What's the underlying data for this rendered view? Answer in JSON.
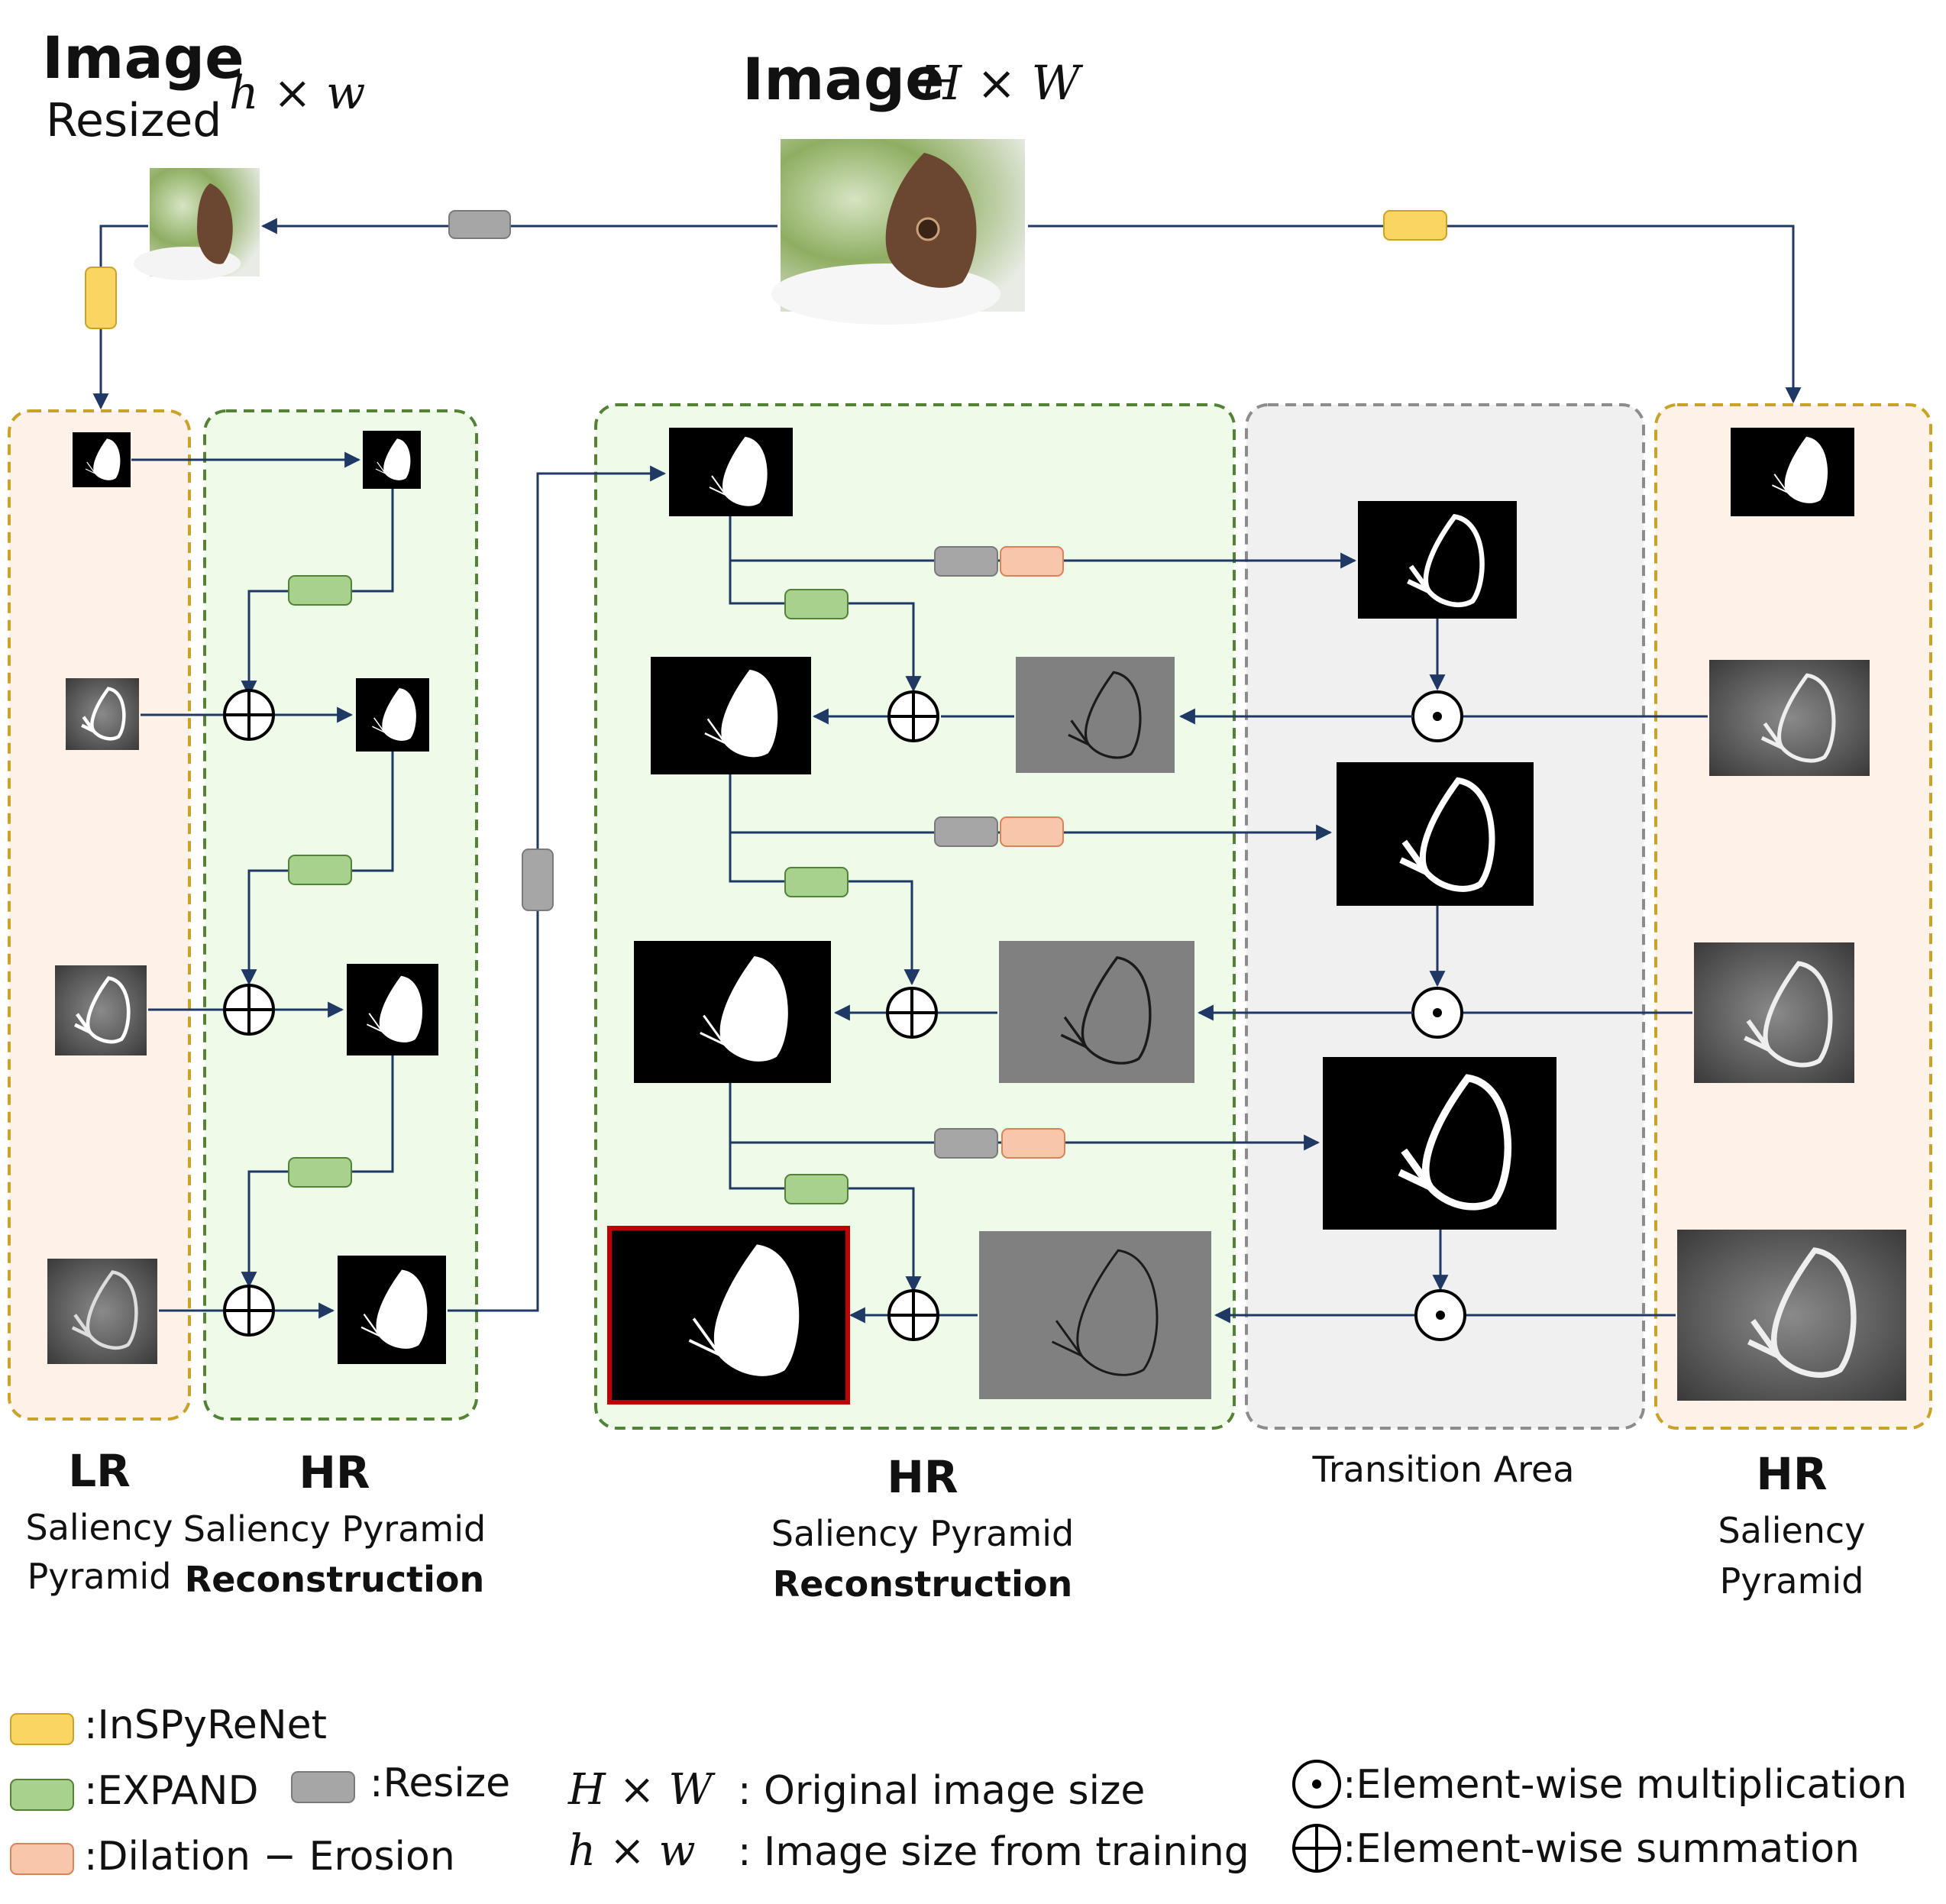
{
  "header": {
    "small_image_title": "Image",
    "small_image_subtitle": "Resized",
    "small_image_size": "h × w",
    "large_image_title": "Image",
    "large_image_size": "H × W"
  },
  "columns": [
    {
      "title": "LR",
      "line1": "Saliency",
      "line2": "Pyramid"
    },
    {
      "title": "HR",
      "line1": "Saliency Pyramid",
      "line2": "Reconstruction"
    },
    {
      "title": "HR",
      "line1": "Saliency Pyramid",
      "line2": "Reconstruction"
    },
    {
      "title": "",
      "line1": "Transition Area",
      "line2": ""
    },
    {
      "title": "HR",
      "line1": "Saliency",
      "line2": "Pyramid"
    }
  ],
  "legend": {
    "inspyrenet": ":InSPyReNet",
    "expand": ":EXPAND",
    "resize": ":Resize",
    "dilation": ":Dilation − Erosion",
    "orig_size_symbol": "H × W",
    "orig_size_label": ": Original image size",
    "train_size_symbol": "h × w",
    "train_size_label": ": Image size from training",
    "mult_label": ":Element-wise multiplication",
    "sum_label": ":Element-wise summation"
  },
  "colors": {
    "inspyrenet": "#fbd562",
    "expand": "#a8d18d",
    "resize": "#a6a6a6",
    "dilation": "#f8c6a8",
    "arrow": "#1f3864",
    "lr_panel_fill": "#fdf1e8",
    "lr_panel_border": "#c9a227",
    "green_panel_fill": "#eefbe8",
    "green_panel_border": "#548235",
    "gray_panel_fill": "#f0f0f0",
    "gray_panel_border": "#8c8c8c",
    "final_output_border": "#c00000"
  }
}
